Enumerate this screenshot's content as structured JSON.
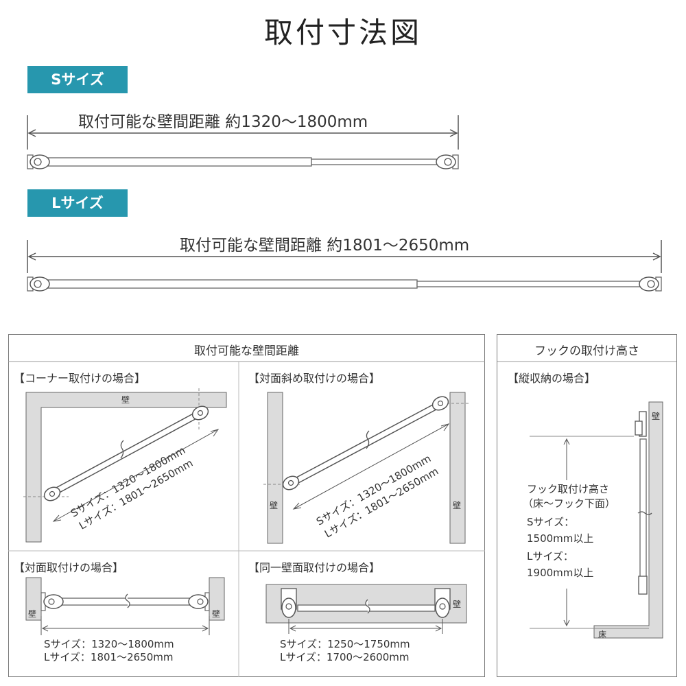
{
  "title": "取付寸法図",
  "s_size": {
    "badge": "Sサイズ",
    "dimension": "取付可能な壁間距離 約1320～1800mm"
  },
  "l_size": {
    "badge": "Lサイズ",
    "dimension": "取付可能な壁間距離 約1801～2650mm"
  },
  "left_panel": {
    "header": "取付可能な壁間距離",
    "corner": {
      "label": "【コーナー取付けの場合】",
      "wall": "壁",
      "s_range": "Sサイズ：1320～1800mm",
      "l_range": "Lサイズ：1801～2650mm"
    },
    "diagonal": {
      "label": "【対面斜め取付けの場合】",
      "wall_left": "壁",
      "wall_right": "壁",
      "s_range": "Sサイズ：1320～1800mm",
      "l_range": "Lサイズ：1801～2650mm"
    },
    "facing": {
      "label": "【対面取付けの場合】",
      "wall_left": "壁",
      "wall_right": "壁",
      "s_range": "Sサイズ：1320～1800mm",
      "l_range": "Lサイズ：1801～2650mm"
    },
    "same_wall": {
      "label": "【同一壁面取付けの場合】",
      "wall": "壁",
      "s_range": "Sサイズ：1250～1750mm",
      "l_range": "Lサイズ：1700～2600mm"
    }
  },
  "right_panel": {
    "header": "フックの取付け高さ",
    "vertical": {
      "label": "【縦収納の場合】",
      "wall": "壁",
      "floor": "床",
      "height_line1": "フック取付け高さ",
      "height_line2": "（床～フック下面）",
      "s_label": "Sサイズ：",
      "s_value": "1500mm以上",
      "l_label": "Lサイズ：",
      "l_value": "1900mm以上"
    }
  },
  "colors": {
    "badge": "#2797ae",
    "wall": "#dcdcdc",
    "line": "#555555"
  }
}
